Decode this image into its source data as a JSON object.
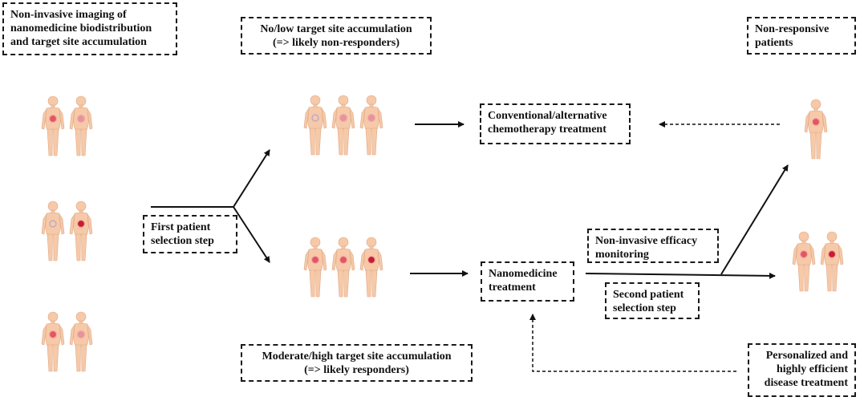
{
  "boxes": {
    "imaging": "Non-invasive imaging of\nnanomedicine biodistribution\nand target site accumulation",
    "low_accumulation": "No/low target site accumulation\n(=> likely non-responders)",
    "non_responsive": "Non-responsive\npatients",
    "conventional": "Conventional/alternative\nchemotherapy treatment",
    "first_selection": "First patient\nselection step",
    "efficacy_monitoring": "Non-invasive efficacy\nmonitoring",
    "nanomedicine_treatment": "Nanomedicine\ntreatment",
    "second_selection": "Second patient\nselection step",
    "high_accumulation": "Moderate/high target site accumulation\n(=> likely responders)",
    "personalized": "Personalized and\nhighly efficient\ndisease treatment"
  },
  "colors": {
    "skin": "#f6c9a8",
    "skin_outline": "#e0a986",
    "spot_high": "#c81e2a",
    "spot_medium": "#e4565e",
    "spot_low": "#e5949c",
    "arrow": "#111111"
  },
  "patient_groups": {
    "initial_top": [
      "medium",
      "low"
    ],
    "initial_middle": [
      "none",
      "high"
    ],
    "initial_bottom": [
      "medium",
      "low"
    ],
    "non_responders": [
      "none",
      "low",
      "low"
    ],
    "responders": [
      "medium",
      "medium",
      "high"
    ],
    "non_responsive": [
      "medium"
    ],
    "responsive": [
      "medium",
      "high"
    ]
  }
}
